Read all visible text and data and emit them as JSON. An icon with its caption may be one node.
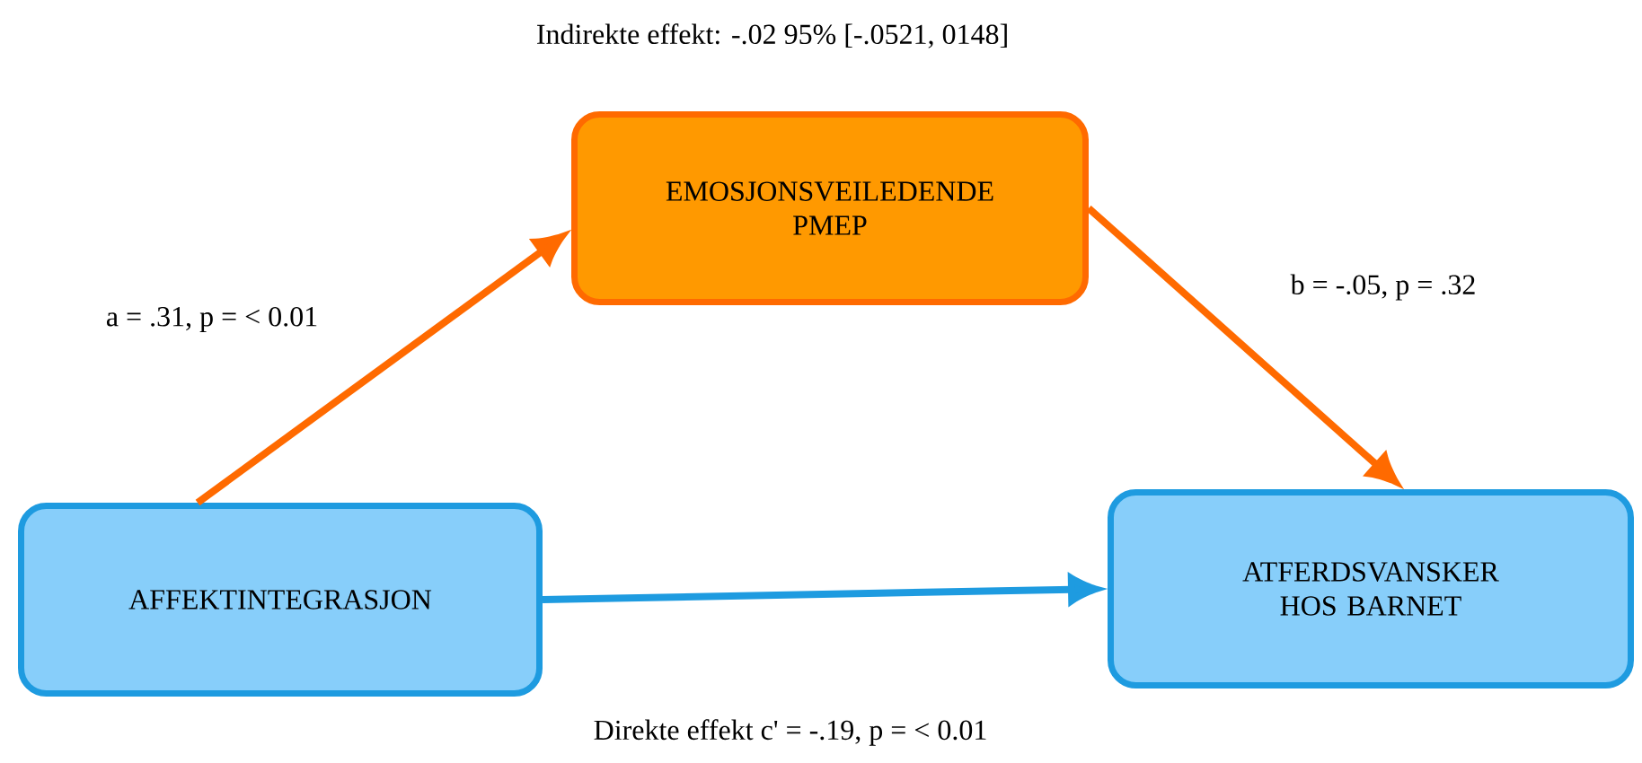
{
  "diagram": {
    "nodes": [
      {
        "text": [
          "EMOSJONSVEILEDENDE PMEP"
        ]
      },
      {
        "text": [
          "AFFEKTINTEGRASJON"
        ]
      },
      {
        "text": [
          "ATFERDSVANSKER HOS BARNET"
        ]
      }
    ],
    "edges": [
      {
        "from": 1,
        "to": 0,
        "arrow": "to",
        "label": "a = .31, p = < 0.01"
      },
      {
        "from": 0,
        "to": 2,
        "arrow": "to",
        "label": "b = -.05, p = .32"
      },
      {
        "from": 1,
        "to": 2,
        "arrow": "to",
        "label": "Direkte effekt c' = -.19, p = < 0.01",
        "color": "#1e9be0"
      }
    ],
    "labels": [
      "Indirekte effekt: -.02 95% [-.0521, 0148]"
    ]
  }
}
